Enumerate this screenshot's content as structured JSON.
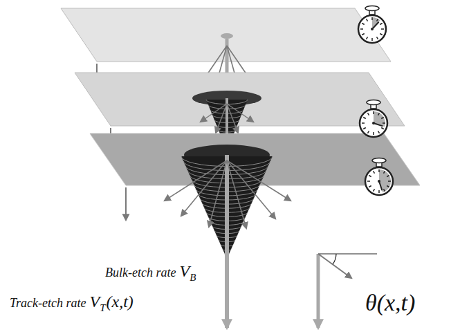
{
  "diagram": {
    "labels": [
      "Bulk-etch rate",
      "V",
      "B",
      "Track-etch rate",
      "V",
      "T",
      "(x,t)",
      "θ(x,t)"
    ]
  }
}
